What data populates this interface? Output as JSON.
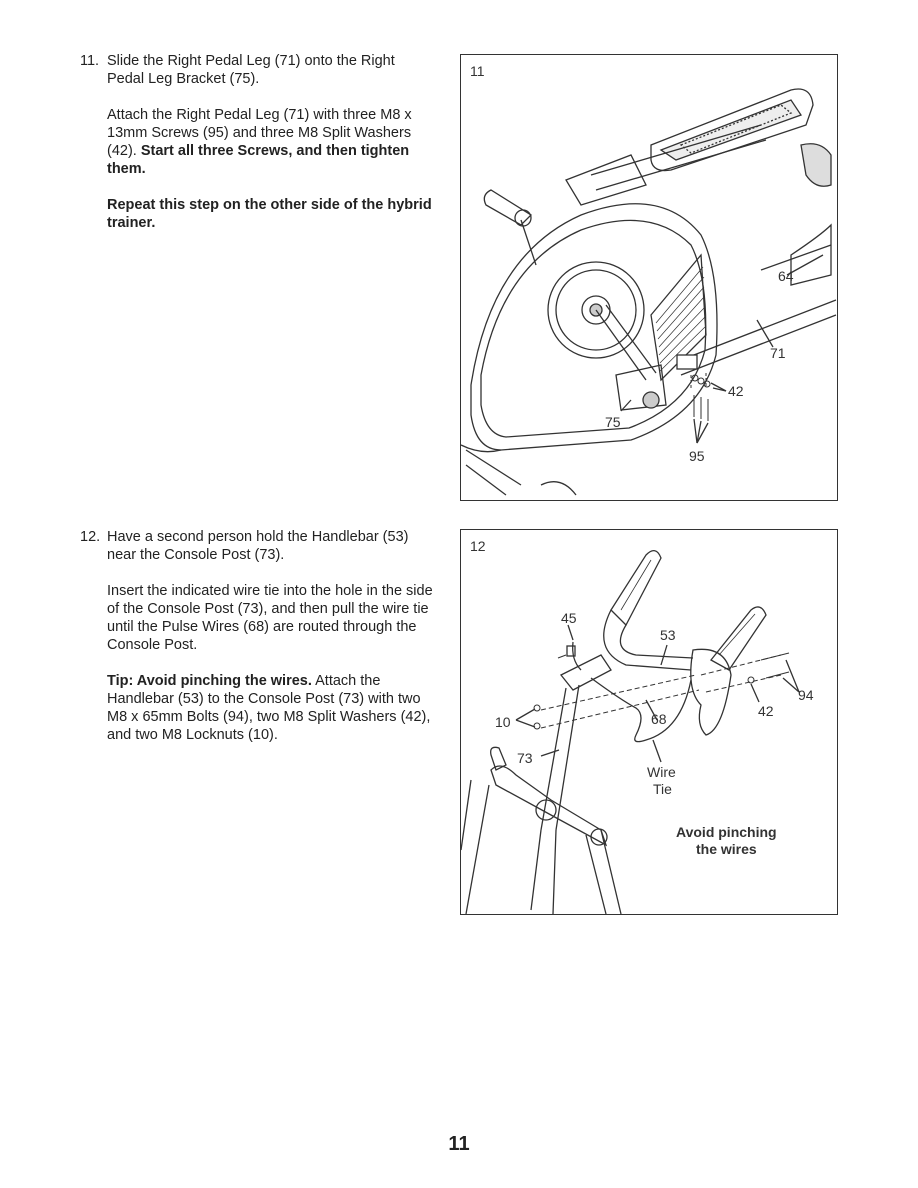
{
  "step11": {
    "number": "11.",
    "line1": "Slide the Right Pedal Leg (71) onto the Right Pedal Leg Bracket (75).",
    "para2_plain": "Attach the Right Pedal Leg (71) with three M8 x 13mm Screws (95) and three M8 Split Washers (42). ",
    "para2_bold": "Start all three Screws, and then tighten them.",
    "para3_bold": "Repeat this step on the other side of the hybrid trainer."
  },
  "step12": {
    "number": "12.",
    "line1": "Have a second person hold the Handlebar (53) near the Console Post (73).",
    "para2_plain": "Insert the indicated wire tie into the hole in the side of the Console Post (73), and then pull the wire tie until the Pulse Wires (68) are routed through the Console Post.",
    "para3_bold": "Tip: Avoid pinching the wires.",
    "para3_plain": " Attach the Handlebar (53) to the Console Post (73) with two M8 x 65mm Bolts (94), two M8 Split Washers (42), and two M8 Locknuts (10)."
  },
  "figure11": {
    "label": "11",
    "callouts": {
      "c64": "64",
      "c71": "71",
      "c42": "42",
      "c75": "75",
      "c95": "95"
    }
  },
  "figure12": {
    "label": "12",
    "callouts": {
      "c45": "45",
      "c53": "53",
      "c94": "94",
      "c42": "42",
      "c10": "10",
      "c68": "68",
      "c73": "73"
    },
    "wire_tie_line1": "Wire",
    "wire_tie_line2": "Tie",
    "note_line1": "Avoid pinching",
    "note_line2": "the wires"
  },
  "page_number": "11"
}
